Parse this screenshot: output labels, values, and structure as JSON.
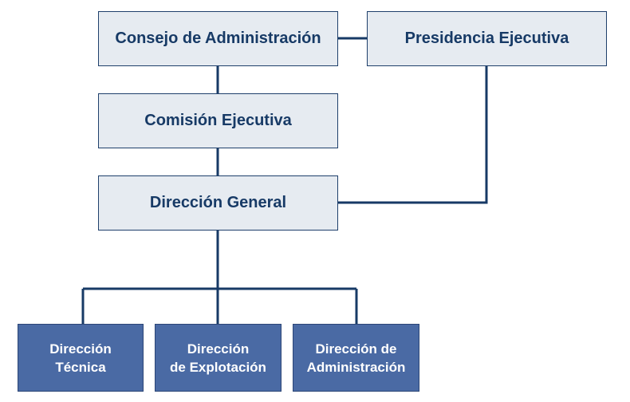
{
  "colors": {
    "connector": "#173a66",
    "light_box_fill": "#e6ebf1",
    "light_box_text": "#173a66",
    "dark_box_fill": "#4a6aa4",
    "dark_box_text": "#ffffff"
  },
  "org_chart": {
    "consejo": {
      "label": "Consejo de Administración"
    },
    "presidencia": {
      "label": "Presidencia Ejecutiva"
    },
    "comision": {
      "label": "Comisión Ejecutiva"
    },
    "direccion_general": {
      "label": "Dirección General"
    },
    "departments": [
      {
        "line1": "Dirección",
        "line2": "Técnica"
      },
      {
        "line1": "Dirección",
        "line2": "de Explotación"
      },
      {
        "line1": "Dirección de",
        "line2": "Administración"
      }
    ]
  }
}
